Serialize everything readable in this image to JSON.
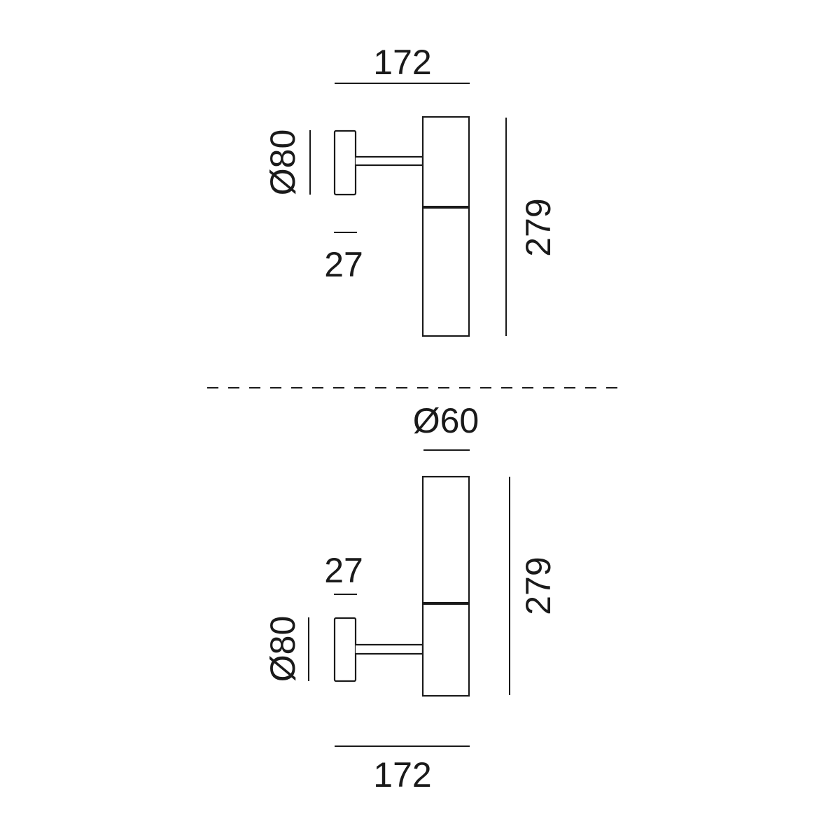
{
  "top_view": {
    "width_label": "172",
    "plate_diameter_label": "Ø80",
    "plate_depth_label": "27",
    "height_label": "279"
  },
  "bottom_view": {
    "diameter_label": "Ø60",
    "plate_depth_label": "27",
    "plate_diameter_label": "Ø80",
    "height_label": "279",
    "width_label": "172"
  },
  "colors": {
    "line": "#1a1a1a",
    "background": "#ffffff"
  }
}
